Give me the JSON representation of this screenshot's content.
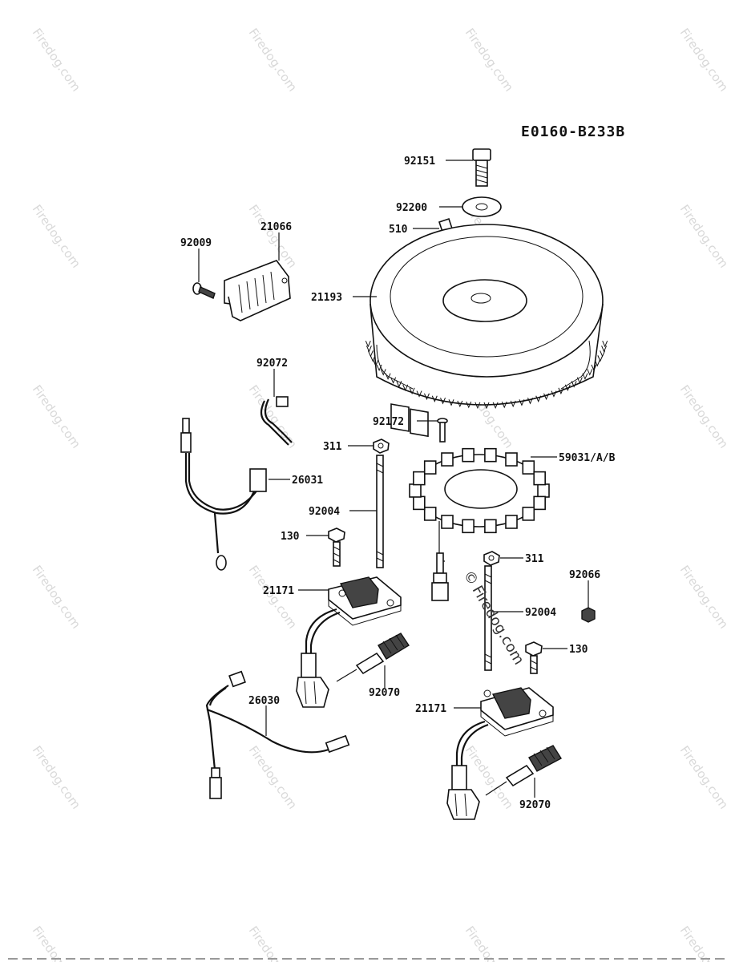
{
  "diagram": {
    "code": "E0160-B233B",
    "watermark_text": "Firedog.com",
    "center_watermark": "Firedog.com",
    "copyright_symbol": "©",
    "labels": {
      "l92151": "92151",
      "l92200": "92200",
      "l510": "510",
      "l21066": "21066",
      "l92009": "92009",
      "l21193": "21193",
      "l92072": "92072",
      "l92172": "92172",
      "l311a": "311",
      "l59031": "59031/A/B",
      "l26031": "26031",
      "l92004a": "92004",
      "l130a": "130",
      "l311b": "311",
      "l92066": "92066",
      "l21171a": "21171",
      "l92004b": "92004",
      "l130b": "130",
      "l92070a": "92070",
      "l26030": "26030",
      "l21171b": "21171",
      "l92070b": "92070"
    }
  }
}
